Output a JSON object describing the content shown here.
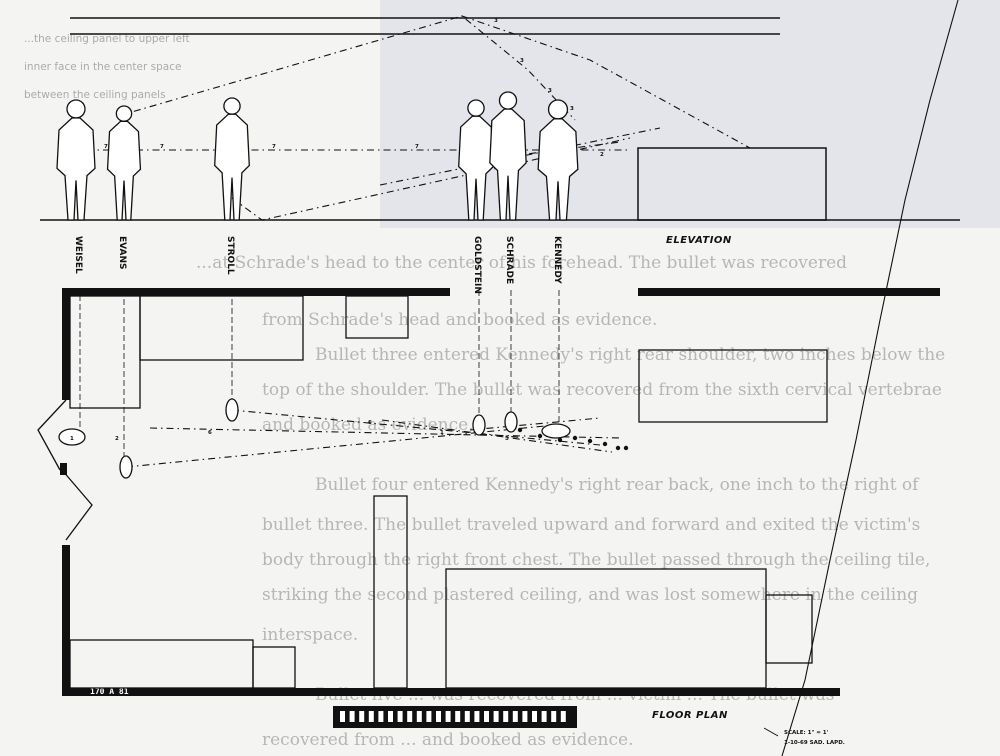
{
  "elevation": {
    "title": "ELEVATION",
    "names": [
      "WEISEL",
      "EVANS",
      "STROLL",
      "GOLDSTEIN",
      "SCHRADE",
      "KENNEDY"
    ]
  },
  "floor_plan": {
    "title": "FLOOR PLAN",
    "scale_note": "SCALE: 1\" = 1'",
    "date_note": "1-10-69  SAD. LAPD.",
    "wall_label": "170 A 81",
    "bullet_label": "1"
  },
  "trajectory_numbers": [
    "7",
    "7",
    "7",
    "7",
    "3",
    "3",
    "3",
    "3",
    "2",
    "2",
    "6",
    "6",
    "1",
    "5"
  ],
  "background_text": {
    "top_right": [
      "...the ceiling panel to upper left",
      "inner face in the center space",
      "between the ceiling panels"
    ],
    "paragraph_lines": [
      "...at Schrade's head to the center of his forehead. The bullet was recovered",
      "from Schrade's head and booked as evidence.",
      "Bullet three entered Kennedy's right rear shoulder, two inches below the",
      "top of the shoulder. The bullet was recovered from the sixth cervical vertebrae",
      "and booked as evidence.",
      "Bullet four entered Kennedy's right rear back, one inch to the right of",
      "bullet three. The bullet traveled upward and forward and exited the victim's",
      "body through the right front chest. The bullet passed through the ceiling tile,",
      "striking the second plastered ceiling, and was lost somewhere in the ceiling",
      "interspace.",
      "Bullet five ... was recovered from ... victim ... The bullet was",
      "recovered from ... and booked as evidence."
    ]
  }
}
